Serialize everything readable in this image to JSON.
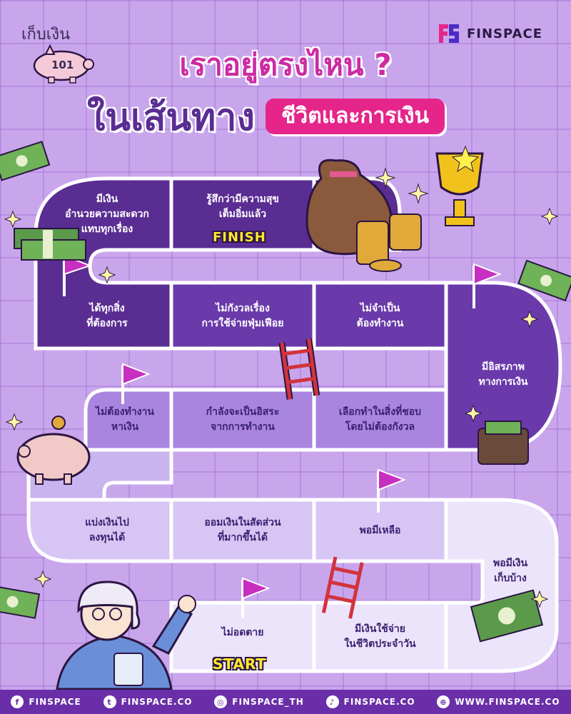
{
  "header": {
    "brand_left": "เก็บเงิน",
    "piggy_number": "101",
    "brand_right": "FINSPACE",
    "title_line1": "เราอยู่ตรงไหน ?",
    "title_line2": "ในเส้นทาง",
    "title_highlight": "ชีวิตและการเงิน"
  },
  "board": {
    "finish_label": "FINISH",
    "start_label": "START",
    "row1": [
      "มีเงิน\nอำนวยความสะดวก\nแทบทุกเรื่อง",
      "รู้สึกว่ามีความสุข\nเต็มอิ่มแล้ว"
    ],
    "row2": [
      "ได้ทุกสิ่ง\nที่ต้องการ",
      "ไม่กังวลเรื่อง\nการใช้จ่ายฟุ่มเฟือย",
      "ไม่จำเป็น\nต้องทำงาน"
    ],
    "turn_right_1": "มีอิสรภาพ\nทางการเงิน",
    "row3": [
      "ไม่ต้องทำงาน\nหาเงิน",
      "กำลังจะเป็นอิสระ\nจากการทำงาน",
      "เลือกทำในสิ่งที่ชอบ\nโดยไม่ต้องกังวล"
    ],
    "row4": [
      "แบ่งเงินไป\nลงทุนได้",
      "ออมเงินในสัดส่วน\nที่มากขึ้นได้",
      "พอมีเหลือ"
    ],
    "turn_right_2": "พอมีเงิน\nเก็บบ้าง",
    "row5": [
      "ไม่อดตาย",
      "มีเงินใช้จ่าย\nในชีวิตประจำวัน"
    ]
  },
  "footer": {
    "items": [
      {
        "icon": "facebook-icon",
        "glyph": "f",
        "label": "FINSPACE"
      },
      {
        "icon": "twitter-icon",
        "glyph": "t",
        "label": "FINSPACE.CO"
      },
      {
        "icon": "instagram-icon",
        "glyph": "◎",
        "label": "FINSPACE_TH"
      },
      {
        "icon": "tiktok-icon",
        "glyph": "♪",
        "label": "FINSPACE.CO"
      },
      {
        "icon": "globe-icon",
        "glyph": "⊕",
        "label": "WWW.FINSPACE.CO"
      }
    ]
  },
  "colors": {
    "background": "#c9a6ec",
    "dark_path": "#5a2d93",
    "mid_path": "#7a48bd",
    "light_path_1": "#a985e0",
    "light_path_2": "#d7c6f4",
    "light_path_3": "#ece4fb",
    "accent_pink": "#e5258a",
    "title_pink": "#cc2ba3",
    "label_yellow": "#ffe82a",
    "footer": "#6a2fa8"
  }
}
